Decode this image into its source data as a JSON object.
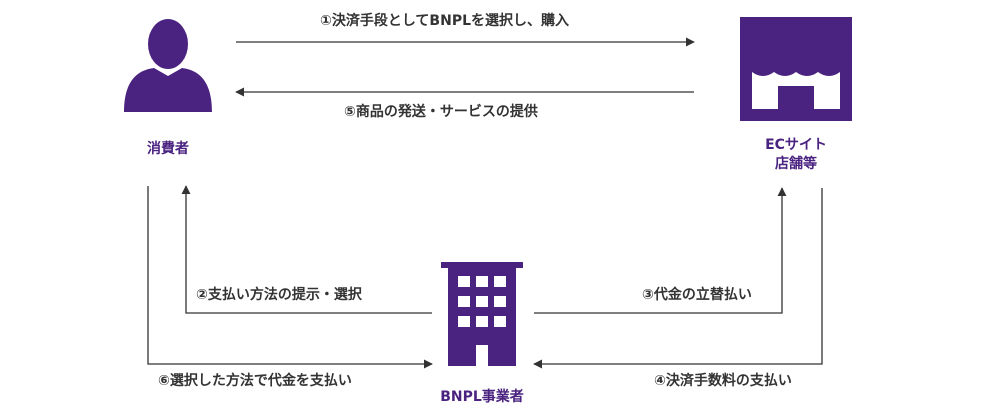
{
  "nodes": {
    "consumer": {
      "label": "消費者",
      "icon": "person-icon"
    },
    "shop": {
      "label_line1": "ECサイト",
      "label_line2": "店舗等",
      "icon": "storefront-icon"
    },
    "bnpl": {
      "label": "BNPL事業者",
      "icon": "office-building-icon"
    }
  },
  "steps": {
    "s1": "①決済手段としてBNPLを選択し、購入",
    "s2": "②支払い方法の提示・選択",
    "s3": "③代金の立替払い",
    "s4": "④決済手数料の支払い",
    "s5": "⑤商品の発送・サービスの提供",
    "s6": "⑥選択した方法で代金を支払い"
  },
  "colors": {
    "accent": "#4a2380",
    "line": "#333333"
  }
}
